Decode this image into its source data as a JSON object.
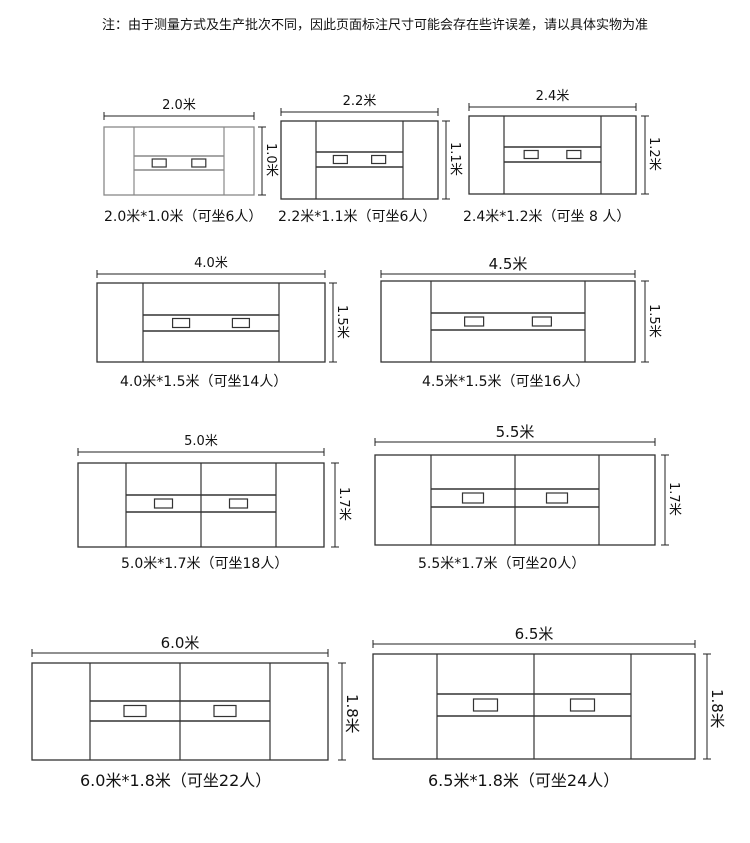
{
  "note": "注：由于测量方式及生产批次不同，因此页面标注尺寸可能会存在些许误差，请以具体实物为准",
  "tables": [
    {
      "width_label": "2.0米",
      "depth_label": "1.0米",
      "caption": "2.0米*1.0米（可坐6人）",
      "sections": 1
    },
    {
      "width_label": "2.2米",
      "depth_label": "1.1米",
      "caption": "2.2米*1.1米（可坐6人）",
      "sections": 1
    },
    {
      "width_label": "2.4米",
      "depth_label": "1.2米",
      "caption": "2.4米*1.2米（可坐 8 人）",
      "sections": 1
    },
    {
      "width_label": "4.0米",
      "depth_label": "1.5米",
      "caption": "4.0米*1.5米（可坐14人）",
      "sections": 1
    },
    {
      "width_label": "4.5米",
      "depth_label": "1.5米",
      "caption": "4.5米*1.5米（可坐16人）",
      "sections": 1
    },
    {
      "width_label": "5.0米",
      "depth_label": "1.7米",
      "caption": "5.0米*1.7米（可坐18人）",
      "sections": 2
    },
    {
      "width_label": "5.5米",
      "depth_label": "1.7米",
      "caption": "5.5米*1.7米（可坐20人）",
      "sections": 2
    },
    {
      "width_label": "6.0米",
      "depth_label": "1.8米",
      "caption": "6.0米*1.8米（可坐22人）",
      "sections": 2
    },
    {
      "width_label": "6.5米",
      "depth_label": "1.8米",
      "caption": "6.5米*1.8米（可坐24人）",
      "sections": 2
    }
  ]
}
